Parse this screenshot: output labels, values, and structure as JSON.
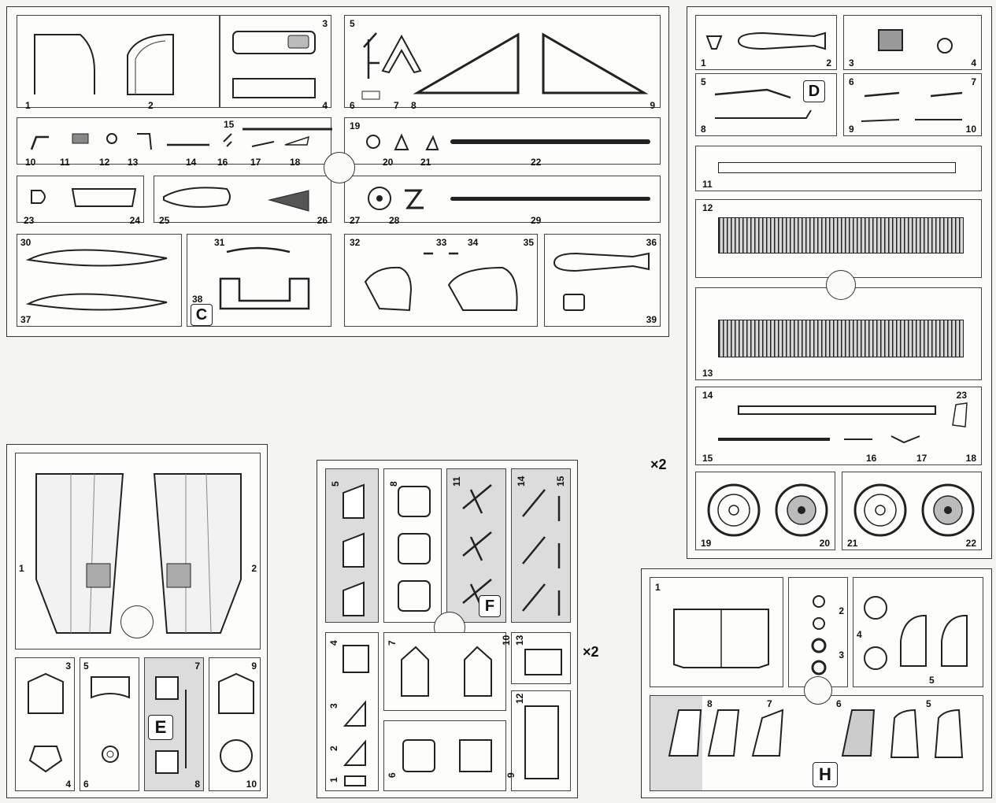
{
  "sprues": {
    "C": {
      "letter": "C",
      "parts": [
        "1",
        "2",
        "3",
        "4",
        "5",
        "6",
        "7",
        "8",
        "9",
        "10",
        "11",
        "12",
        "13",
        "14",
        "15",
        "16",
        "17",
        "18",
        "19",
        "20",
        "21",
        "22",
        "23",
        "24",
        "25",
        "26",
        "27",
        "28",
        "29",
        "30",
        "31",
        "32",
        "33",
        "34",
        "35",
        "36",
        "37",
        "38",
        "39"
      ]
    },
    "D": {
      "letter": "D",
      "multiplier": "×2",
      "parts": [
        "1",
        "2",
        "3",
        "4",
        "5",
        "6",
        "7",
        "8",
        "9",
        "10",
        "11",
        "12",
        "13",
        "14",
        "15",
        "16",
        "17",
        "18",
        "19",
        "20",
        "21",
        "22",
        "23"
      ]
    },
    "E": {
      "letter": "E",
      "parts": [
        "1",
        "2",
        "3",
        "4",
        "5",
        "6",
        "7",
        "8",
        "9",
        "10"
      ]
    },
    "F": {
      "letter": "F",
      "multiplier": "×2",
      "parts": [
        "1",
        "2",
        "3",
        "4",
        "5",
        "6",
        "7",
        "8",
        "9",
        "10",
        "11",
        "12",
        "13",
        "14",
        "15"
      ]
    },
    "H": {
      "letter": "H",
      "parts": [
        "1",
        "2",
        "3",
        "4",
        "5",
        "5",
        "6",
        "7",
        "8"
      ]
    }
  }
}
